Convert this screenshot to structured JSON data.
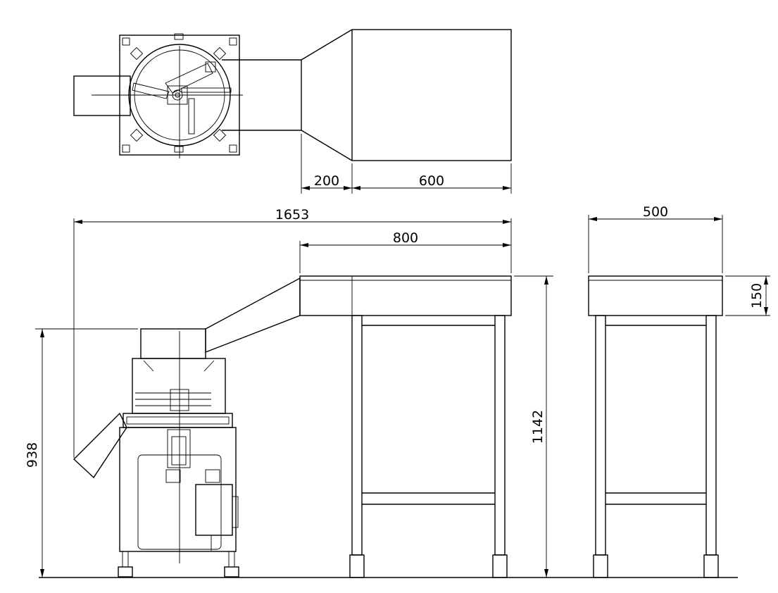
{
  "dimensions": {
    "plan_chute_length": "200",
    "plan_hopper_length": "600",
    "overall_length": "1653",
    "table_length": "800",
    "table_depth": "500",
    "tray_height": "150",
    "machine_height": "938",
    "table_height": "1142"
  }
}
